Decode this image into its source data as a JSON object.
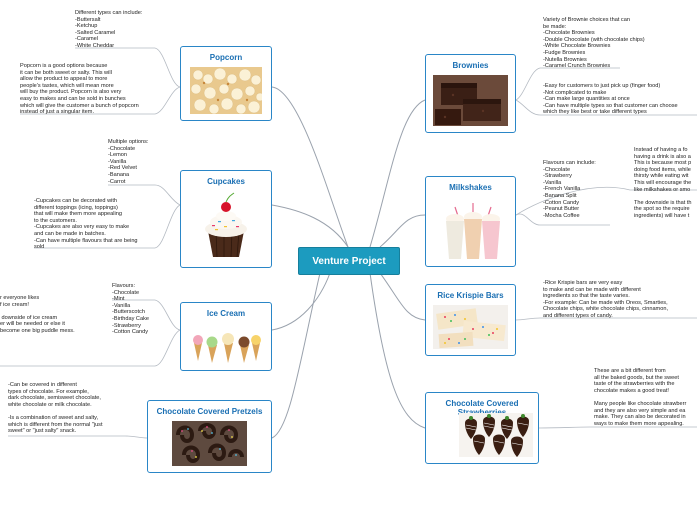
{
  "center": "Venture Project",
  "nodes": {
    "popcorn": "Popcorn",
    "cupcakes": "Cupcakes",
    "icecream": "Ice Cream",
    "pretzels": "Chocolate Covered Pretzels",
    "brownies": "Brownies",
    "milkshakes": "Milkshakes",
    "krispie": "Rice Krispie Bars",
    "strawberries": "Chocolate Covered Strawberries"
  },
  "notes": {
    "popcorn_types": "Different types can include:\n-Buttersalt\n-Ketchup\n-Salted Caramel\n-Caramel\n-White Cheddar",
    "popcorn_desc": "Popcorn is a good options because\nit can be both sweet or salty. This will\nallow the product to appeal to more\npeople's tastes, which will mean more\nwill buy the product. Popcorn is also very\neasy to makes and can be sold in bunches\nwhich will give the customer a bunch of popcorn\ninstead of just a singular item.",
    "cupcake_options": "Multiple options:\n-Chocolate\n-Lemon\n-Vanilla\n-Red Velvet\n-Banana\n-Carrot",
    "cupcake_desc": "-Cupcakes can be decorated with\ndifferent toppings (icing, toppings)\nthat will make them more appealing\nto the customers.\n-Cupcakes are also very easy to make\nand can be made in batches.\n-Can have multiple flavours that are being\nsold",
    "icecream_flavours": "Flavours:\n-Chocolate\n-Mint\n-Vanilla\n-Butterscotch\n-Birthday Cake\n-Strawberry\n-Cotton Candy",
    "icecream_desc": "r everyone likes\nf ice cream!\n\n downside of ice cream\ner will be needed or else it\nbecome one big puddle mess.",
    "pretzel_desc": "-Can be covered in different\ntypes of chocolate. For example,\ndark chocolate, semisweet chocolate,\nwhite chocolate or milk chocolate.\n\n-Is a combination of sweet and salty,\nwhich is different from the normal \"just\nsweet\" or \"just salty\" snack.",
    "brownie_types": "Variety of Brownie choices that can\nbe made:\n-Chocolate Brownies\n-Double Chocolate (with chocolate chips)\n-White Chocolate Brownies\n-Fudge Brownies\n-Nutella Brownies\n-Caramel Crunch Brownies",
    "brownie_desc": "-Easy for customers to just pick up (finger food)\n-Not complicated to make\n-Can make large quantities at once\n-Can have multiple types so that customer can choose\nwhich they like best or take different types",
    "milkshake_flavours": "Flavours can include:\n-Chocolate\n-Strawberry\n-Vanilla\n-French Vanilla\n-Banana Split\n-Cotton Candy\n-Peanut Butter\n-Mocha Coffee",
    "milkshake_desc": "Instead of having a fo\nhaving a drink is also a\nThis is because most p\ndoing food items, while\nthirsty while eating wit\nThis will encourage the\nlike milkshakes or smo\n\nThe downside is that th\nthe spot so the require\ningredients) will have t",
    "krispie_desc": "-Rice Krispie bars are very easy\nto make and can be made with different\ningredients so that the taste varies.\n-For example: Can be made with Oreos, Smarties,\nChocolate chips, white chocolate chips, cinnamon,\nand different types of candy.",
    "strawberry_desc": "These are a bit different from\nall the baked goods, but the sweet\ntaste of the strawberries with the\nchocolate makes a good treat!\n\nMany people like chocolate strawberr\nand they are also very simple and ea\nmake. They can also be decorated in\nways to make them more appealing."
  }
}
